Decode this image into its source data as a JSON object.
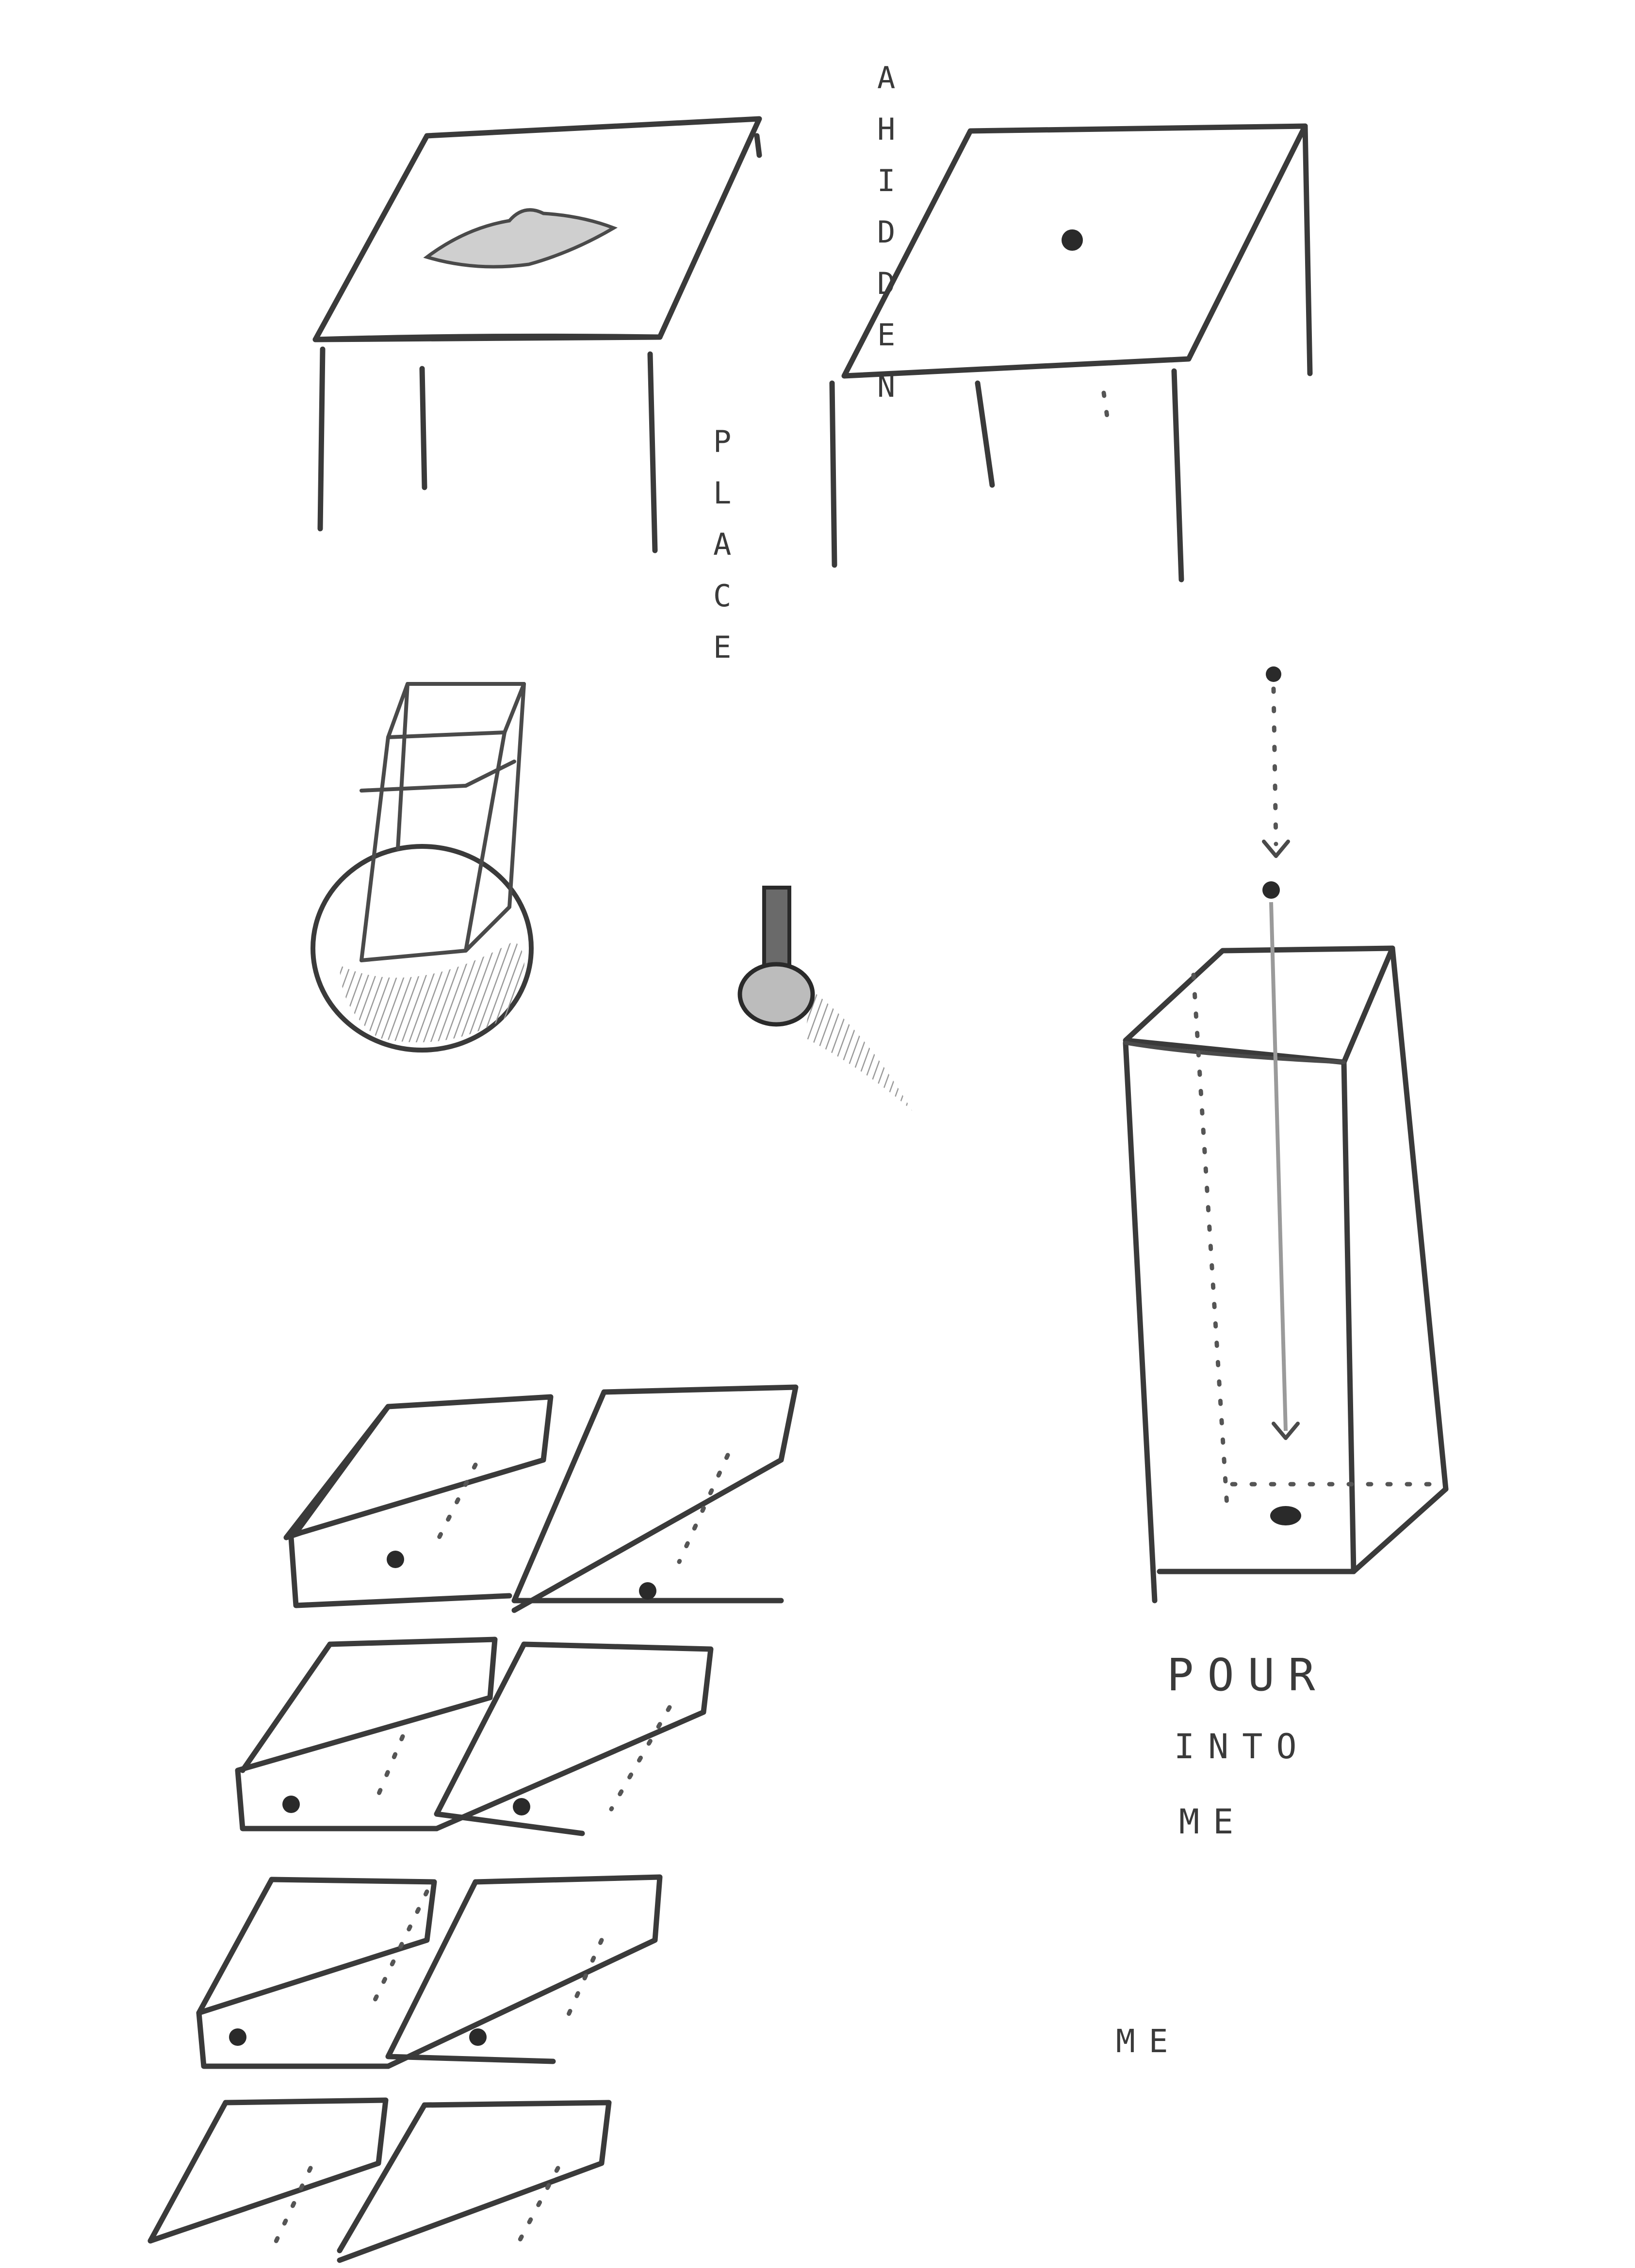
{
  "sketch": {
    "vertical_text_top": "AHIDDEN",
    "vertical_text_bottom": "PLACE",
    "caption_lines": [
      "POUR",
      "INTO",
      "ME"
    ],
    "caption_footer": "ME",
    "ink_color": "#3a3a3a",
    "paper_color": "#ffffff",
    "shading_color": "#9a9a9a"
  }
}
